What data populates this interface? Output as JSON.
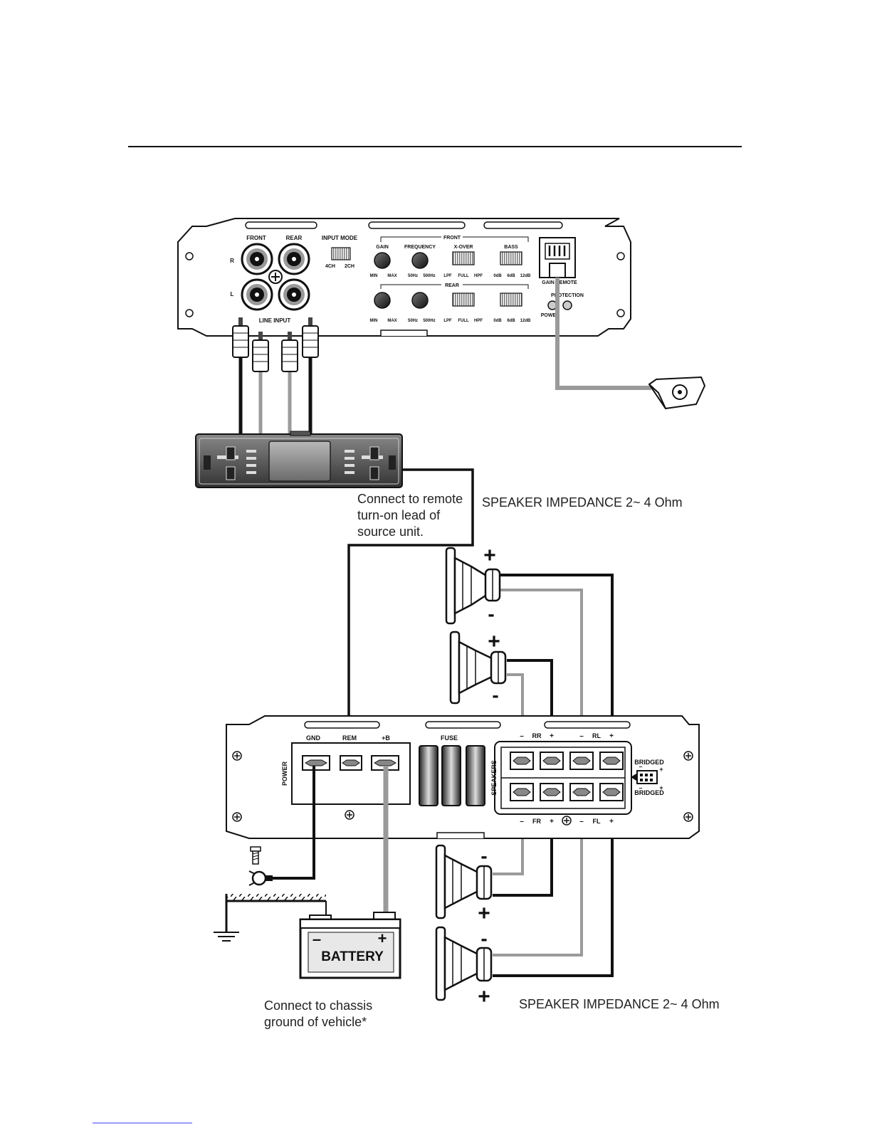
{
  "top_amp": {
    "front": "FRONT",
    "rear": "REAR",
    "r": "R",
    "l": "L",
    "line_input": "LINE INPUT",
    "input_mode": "INPUT MODE",
    "mode_4ch": "4CH",
    "mode_2ch": "2CH",
    "group_front": "FRONT",
    "group_rear": "REAR",
    "gain": "GAIN",
    "frequency": "FREQUENCY",
    "xover": "X-OVER",
    "bass": "BASS",
    "min": "MIN",
    "max": "MAX",
    "hz50": "50Hz",
    "hz500": "500Hz",
    "lpf": "LPF",
    "full": "FULL",
    "hpf": "HPF",
    "db0": "0dB",
    "db6": "6dB",
    "db12": "12dB",
    "gain_remote": "GAIN REMOTE",
    "protection": "PROTECTION",
    "power": "POWER"
  },
  "bottom_amp": {
    "gnd": "GND",
    "rem": "REM",
    "plus_b": "+B",
    "fuse": "FUSE",
    "power": "POWER",
    "speakers": "SPEAKERS",
    "rr": "RR",
    "rl": "RL",
    "fr": "FR",
    "fl": "FL",
    "bridged": "BRIDGED",
    "minus": "–",
    "plus": "+"
  },
  "battery": {
    "label": "BATTERY",
    "minus": "–",
    "plus": "+"
  },
  "notes": {
    "remote_1": "Connect to remote",
    "remote_2": "turn-on lead of",
    "remote_3": "source unit.",
    "impedance_top": "SPEAKER  IMPEDANCE  2~ 4 Ohm",
    "impedance_bottom": "SPEAKER  IMPEDANCE  2~ 4 Ohm",
    "ground_1": "Connect to chassis",
    "ground_2": "ground of vehicle*"
  },
  "speaker_polarity": {
    "plus": "+",
    "minus": "-"
  },
  "colors": {
    "wire_black": "#111111",
    "wire_gray": "#9a9a9a",
    "panel": "#ffffff"
  }
}
